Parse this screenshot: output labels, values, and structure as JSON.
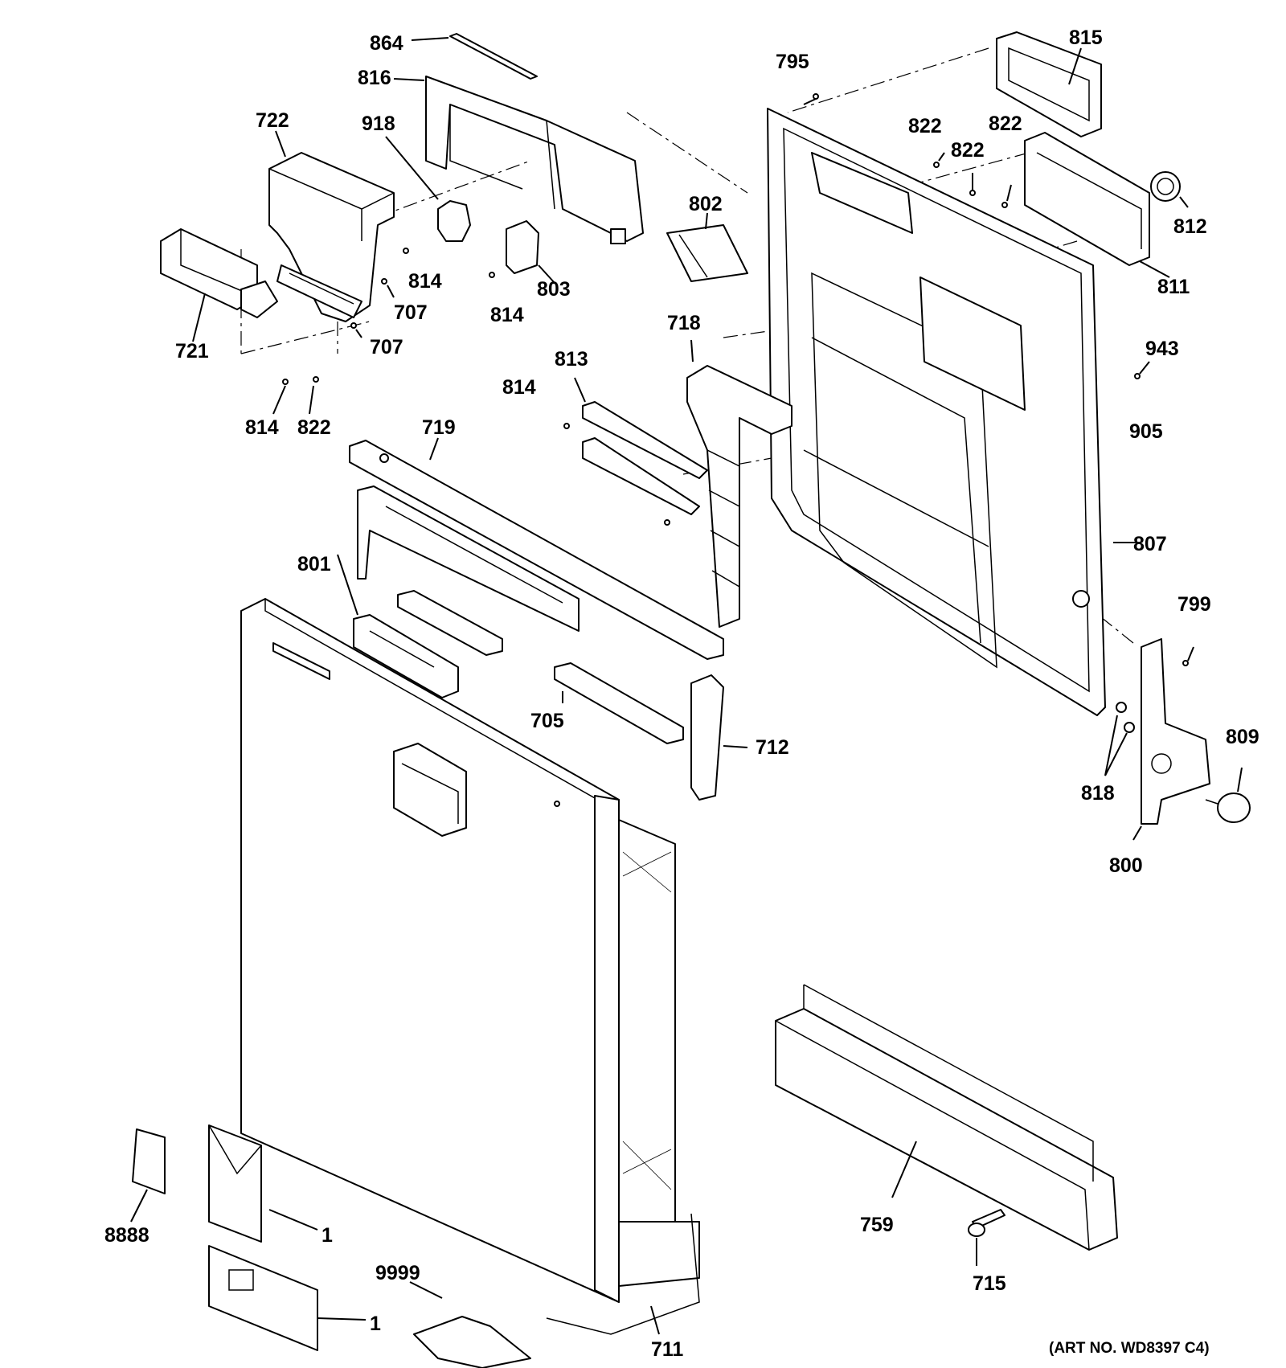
{
  "art_number": "(ART NO. WD8397 C4)",
  "callouts": {
    "c864": "864",
    "c816": "816",
    "c722": "722",
    "c918": "918",
    "c814a": "814",
    "c814b": "814",
    "c814c": "814",
    "c814d": "814",
    "c803": "803",
    "c802": "802",
    "c707a": "707",
    "c707b": "707",
    "c721": "721",
    "c822a": "822",
    "c822b": "822",
    "c822c": "822",
    "c822d": "822",
    "c795": "795",
    "c815": "815",
    "c812": "812",
    "c811": "811",
    "c718": "718",
    "c813": "813",
    "c719": "719",
    "c943": "943",
    "c905": "905",
    "c807": "807",
    "c801": "801",
    "c705": "705",
    "c712": "712",
    "c799": "799",
    "c809": "809",
    "c818": "818",
    "c800": "800",
    "c8888": "8888",
    "c1a": "1",
    "c1b": "1",
    "c9999": "9999",
    "c711": "711",
    "c759": "759",
    "c715": "715"
  }
}
